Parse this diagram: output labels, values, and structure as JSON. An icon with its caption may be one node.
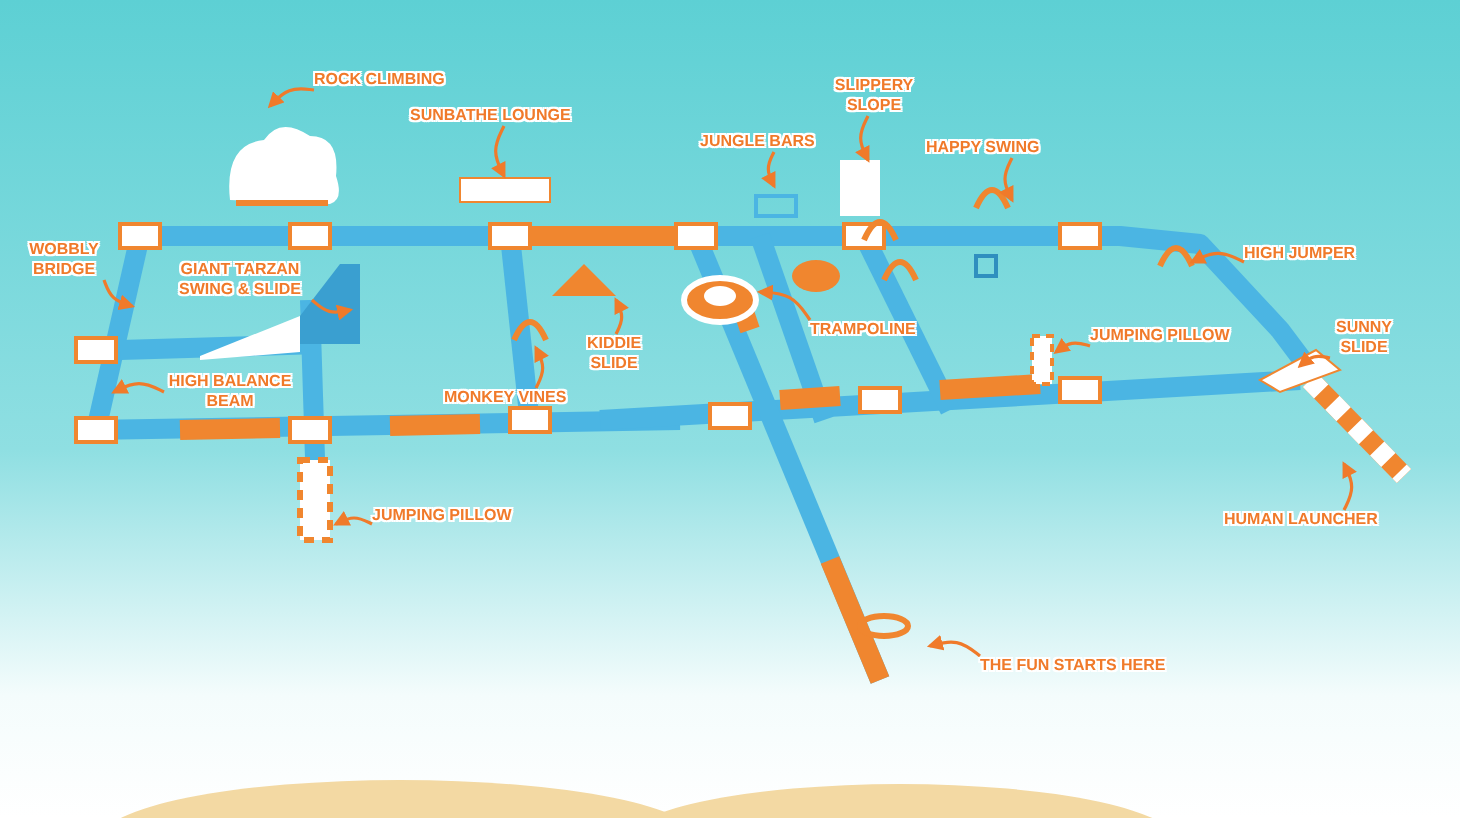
{
  "diagram": {
    "nodes": [
      {
        "text": [
          "ROCK CLIMBING"
        ]
      },
      {
        "text": [
          "SUNBATHE LOUNGE"
        ]
      },
      {
        "text": [
          "JUNGLE BARS"
        ]
      },
      {
        "text": [
          "SLIPPERY SLOPE"
        ]
      },
      {
        "text": [
          "HAPPY SWING"
        ]
      },
      {
        "text": [
          "WOBBLY BRIDGE"
        ]
      },
      {
        "text": [
          "GIANT TARZAN SWING & SLIDE"
        ]
      },
      {
        "text": [
          "HIGH JUMPER"
        ]
      },
      {
        "text": [
          "TRAMPOLINE"
        ]
      },
      {
        "text": [
          "KIDDIE SLIDE"
        ]
      },
      {
        "text": [
          "JUMPING PILLOW"
        ]
      },
      {
        "text": [
          "SUNNY SLIDE"
        ]
      },
      {
        "text": [
          "MONKEY VINES"
        ]
      },
      {
        "text": [
          "HIGH BALANCE BEAM"
        ]
      },
      {
        "text": [
          "HUMAN LAUNCHER"
        ]
      },
      {
        "text": [
          "JUMPING PILLOW"
        ]
      },
      {
        "text": [
          "THE FUN STARTS HERE"
        ]
      }
    ],
    "edges": [
      {
        "from": 0,
        "to": null,
        "arrow": "to"
      },
      {
        "from": 1,
        "to": null,
        "arrow": "to"
      },
      {
        "from": 2,
        "to": null,
        "arrow": "to"
      },
      {
        "from": 3,
        "to": null,
        "arrow": "to"
      },
      {
        "from": 4,
        "to": null,
        "arrow": "to"
      },
      {
        "from": 5,
        "to": null,
        "arrow": "to"
      },
      {
        "from": 6,
        "to": null,
        "arrow": "to"
      },
      {
        "from": 7,
        "to": null,
        "arrow": "to"
      },
      {
        "from": 8,
        "to": null,
        "arrow": "to"
      },
      {
        "from": 9,
        "to": null,
        "arrow": "to"
      },
      {
        "from": 10,
        "to": null,
        "arrow": "to"
      },
      {
        "from": 11,
        "to": null,
        "arrow": "to"
      },
      {
        "from": 12,
        "to": null,
        "arrow": "to"
      },
      {
        "from": 13,
        "to": null,
        "arrow": "to"
      },
      {
        "from": 14,
        "to": null,
        "arrow": "to"
      },
      {
        "from": 15,
        "to": null,
        "arrow": "to"
      },
      {
        "from": 16,
        "to": null,
        "arrow": "to"
      }
    ]
  }
}
